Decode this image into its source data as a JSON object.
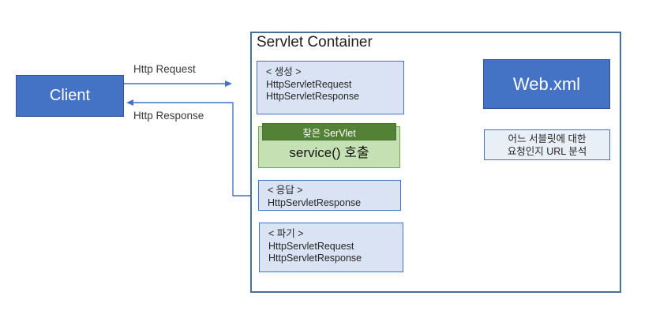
{
  "colors": {
    "accent_blue": "#4472C4",
    "accent_blue_dark": "#2F5597",
    "container_border_blue": "#41719C",
    "light_blue_fill": "#DAE3F3",
    "pale_blue_fill": "#E9EFF7",
    "dark_green": "#538135",
    "light_green": "#C5E0B3",
    "green_border": "#70AD47",
    "connector_blue": "#4472C4"
  },
  "client": {
    "label": "Client"
  },
  "flow_labels": {
    "request": "Http Request",
    "response": "Http Response"
  },
  "container": {
    "title": "Servlet Container"
  },
  "boxes": {
    "creation": {
      "title": "< 생성 >",
      "lines": [
        "HttpServletRequest",
        "HttpServletResponse"
      ]
    },
    "found_servlet": {
      "header": "찾은 SerVlet",
      "body": "service() 호출"
    },
    "response": {
      "title": "< 응답 >",
      "lines": [
        "HttpServletResponse"
      ]
    },
    "destroy": {
      "title": "< 파기 >",
      "lines": [
        "HttpServletRequest",
        "HttpServletResponse"
      ]
    },
    "webxml": {
      "label": "Web.xml"
    },
    "url_analysis": {
      "lines": [
        "어느 서블릿에 대한",
        "요청인지 URL 분석"
      ]
    }
  }
}
